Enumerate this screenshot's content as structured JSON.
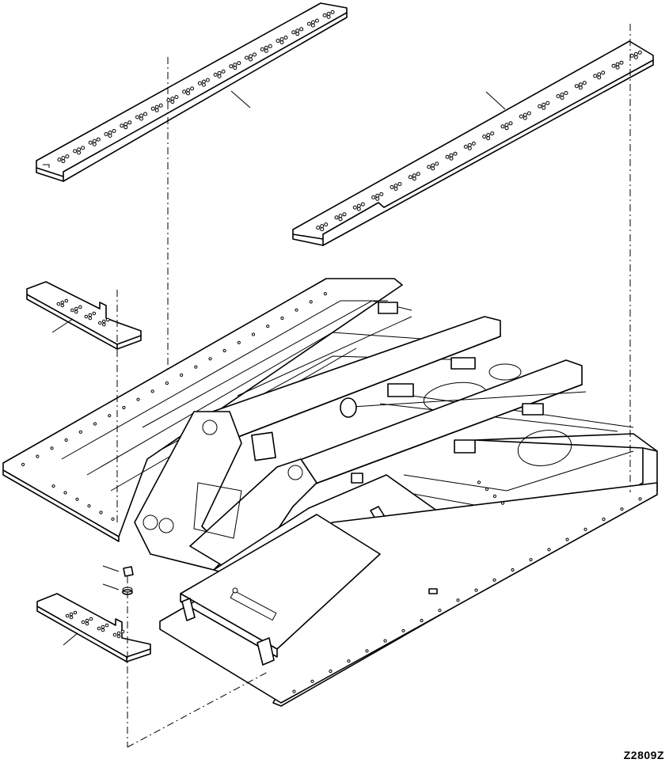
{
  "drawing": {
    "code": "Z2809Z"
  },
  "parts": [
    {
      "id": "top-plate-left",
      "icon": "plate-icon"
    },
    {
      "id": "top-plate-right",
      "icon": "plate-icon"
    },
    {
      "id": "side-bracket-upper",
      "icon": "bracket-icon"
    },
    {
      "id": "side-bracket-lower",
      "icon": "bracket-icon"
    },
    {
      "id": "bolt",
      "icon": "bolt-icon"
    },
    {
      "id": "washer",
      "icon": "washer-icon"
    },
    {
      "id": "frame-assembly",
      "icon": "frame-icon"
    },
    {
      "id": "bottom-plate",
      "icon": "plate-icon"
    }
  ]
}
